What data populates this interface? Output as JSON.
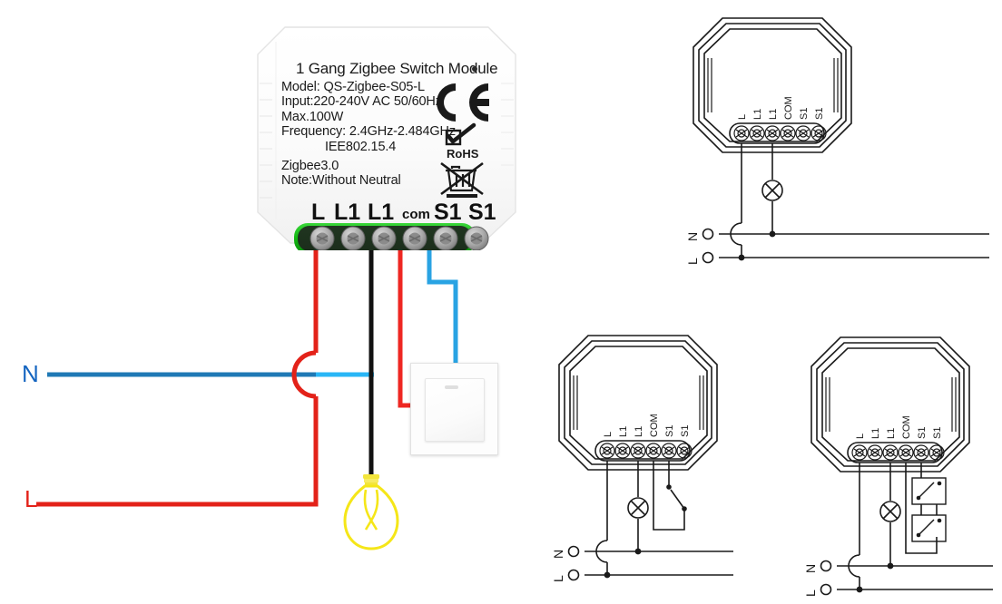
{
  "product": {
    "title": "1 Gang Zigbee Switch Module",
    "indicator_icon": "led-indicator-dot",
    "specs": [
      "Model: QS-Zigbee-S05-L",
      "Input:220-240V AC 50/60Hz",
      "Max.100W",
      "Frequency: 2.4GHz-2.484GHz",
      "IEE802.15.4",
      "Zigbee3.0",
      "Note:Without Neutral"
    ],
    "spec_lines": {
      "model": "Model: QS-Zigbee-S05-L",
      "input": "Input:220-240V AC 50/60Hz",
      "max_power": "Max.100W",
      "frequency": "Frequency: 2.4GHz-2.484GHz",
      "standard": "IEE802.15.4",
      "zigbee": "Zigbee3.0",
      "note": "Note:Without Neutral"
    },
    "certifications": {
      "ce": "CE",
      "rohs": "RoHS",
      "weee": "weee-crossed-bin-icon"
    },
    "terminals": [
      {
        "label": "L",
        "wire": "red",
        "wire_color": "#ee2722"
      },
      {
        "label": "L1",
        "wire": "none",
        "wire_color": ""
      },
      {
        "label": "L1",
        "wire": "black",
        "wire_color": "#111111"
      },
      {
        "label": "com",
        "wire": "red",
        "wire_color": "#ee2722"
      },
      {
        "label": "S1",
        "wire": "blue",
        "wire_color": "#29a3e3"
      },
      {
        "label": "S1",
        "wire": "none",
        "wire_color": ""
      }
    ]
  },
  "main_wiring": {
    "neutral_label": "N",
    "live_label": "L",
    "neutral_color": "#1f79b5",
    "neutral_color_right": "#29b6f6",
    "live_color": "#e32219",
    "lamp_color": "#f5e618",
    "switch_wire_com_color": "#ee2722",
    "switch_wire_s1_color": "#29a3e3",
    "lamp_wire_color": "#111111",
    "lamp_icon": "light-bulb-icon",
    "wall_switch_icon": "wall-rocker-switch-icon"
  },
  "diagrams": [
    {
      "id": "top-right",
      "terminal_labels": [
        "L",
        "L1",
        "L1",
        "COM",
        "S1",
        "S1"
      ],
      "bus": {
        "neutral": "N",
        "live": "L"
      },
      "lamp_icon": "lamp-cross-circle-icon",
      "switches": []
    },
    {
      "id": "bottom-middle",
      "terminal_labels": [
        "L",
        "L1",
        "L1",
        "COM",
        "S1",
        "S1"
      ],
      "bus": {
        "neutral": "N",
        "live": "L"
      },
      "lamp_icon": "lamp-cross-circle-icon",
      "switches": [
        "single-pole-switch"
      ]
    },
    {
      "id": "bottom-right",
      "terminal_labels": [
        "L",
        "L1",
        "L1",
        "COM",
        "S1",
        "S1"
      ],
      "bus": {
        "neutral": "N",
        "live": "L"
      },
      "lamp_icon": "lamp-cross-circle-icon",
      "switches": [
        "momentary-switch-box",
        "momentary-switch-box"
      ]
    }
  ]
}
